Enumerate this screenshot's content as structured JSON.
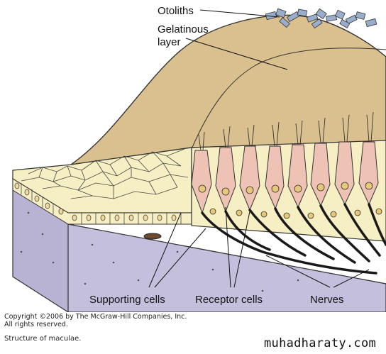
{
  "labels": {
    "otoliths": "Otoliths",
    "gelatinous_line1": "Gelatinous",
    "gelatinous_line2": "layer",
    "supporting_cells": "Supporting cells",
    "receptor_cells": "Receptor cells",
    "nerves": "Nerves"
  },
  "copyright": {
    "line1": "Copyright ©2006 by The McGraw-Hill Companies, Inc.",
    "line2": "All rights reserved."
  },
  "caption": "Structure of maculae.",
  "watermark": "muhadharaty.com",
  "colors": {
    "gelatinous": "#d9c08e",
    "epithelium": "#f6efc4",
    "receptor": "#efc2b6",
    "connective": "#b8b3d3",
    "nerve": "#1a1a1a",
    "otolith": "#9aaecb"
  }
}
